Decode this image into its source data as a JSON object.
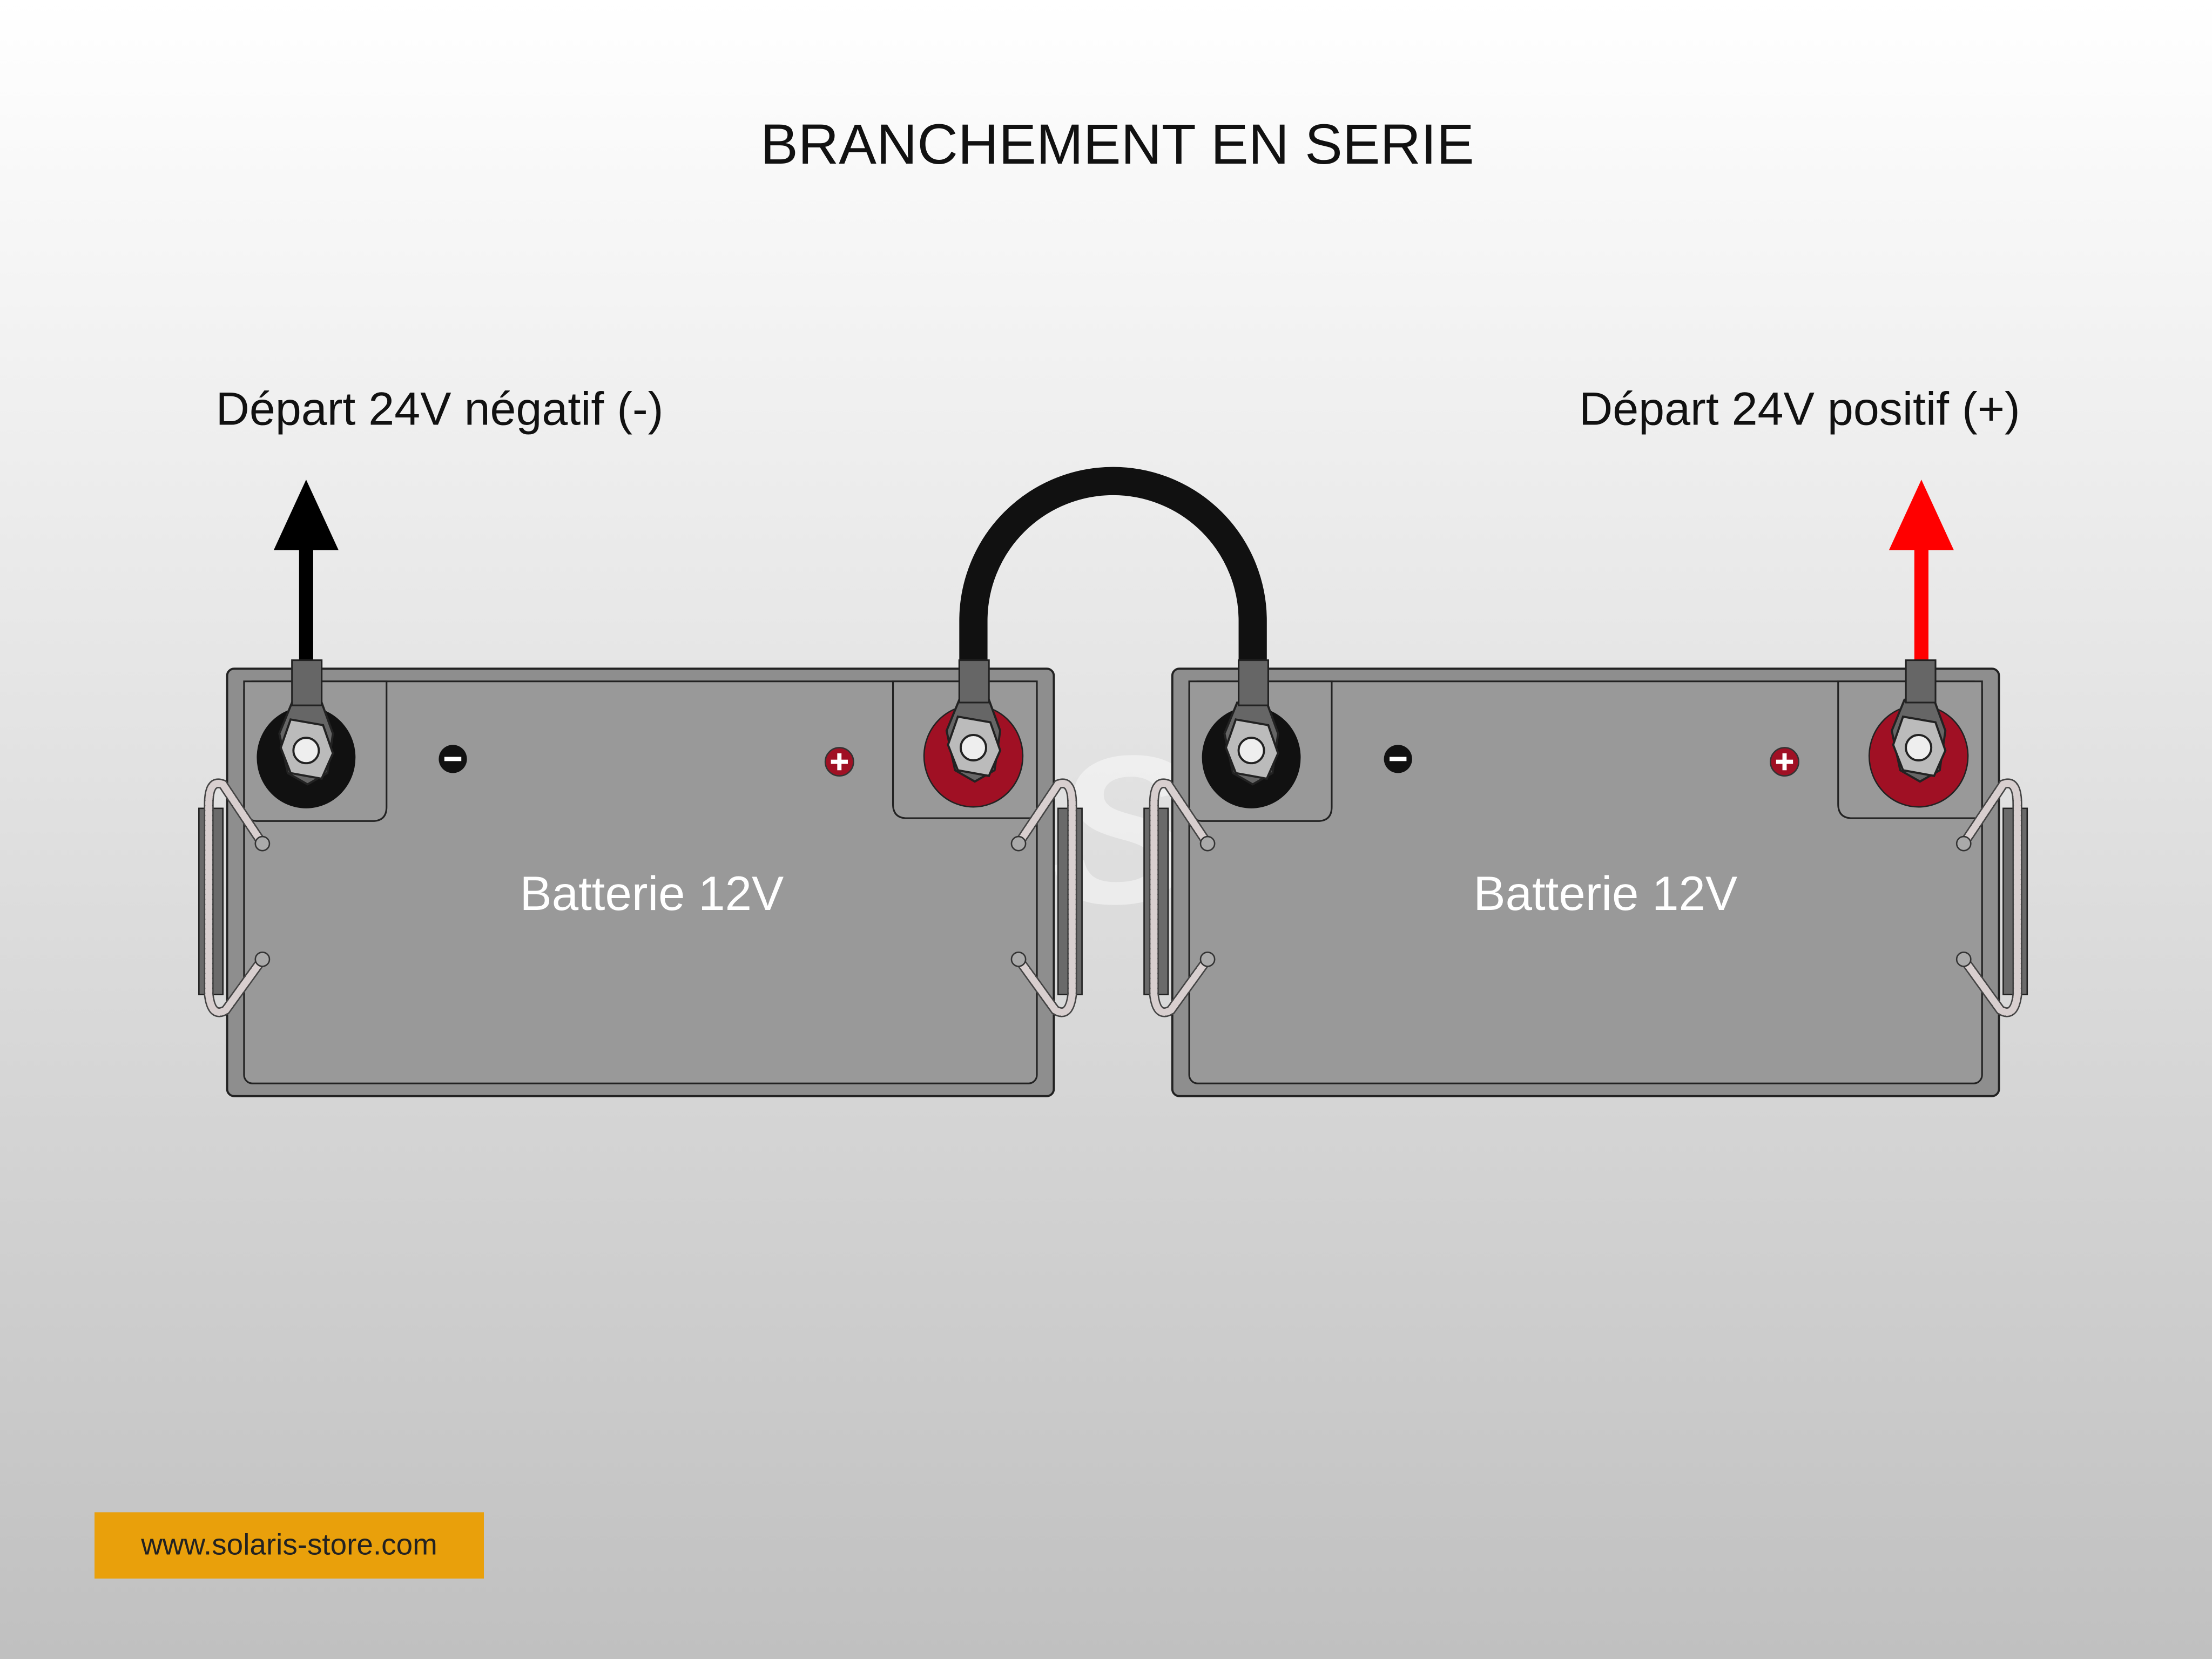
{
  "title": "BRANCHEMENT EN SERIE",
  "labels": {
    "negative_output": "Départ 24V négatif (-)",
    "positive_output": "Départ 24V positif (+)"
  },
  "batteries": [
    {
      "label": "Batterie 12V"
    },
    {
      "label": "Batterie 12V"
    }
  ],
  "watermark": "SOLARIS STORE",
  "footer": {
    "website": "www.solaris-store.com"
  },
  "colors": {
    "battery": "#999999",
    "positive_terminal": "#a01024",
    "negative_terminal": "#111111",
    "positive_arrow": "#ff0000",
    "negative_arrow": "#000000",
    "footer_badge": "#e9a00b"
  }
}
